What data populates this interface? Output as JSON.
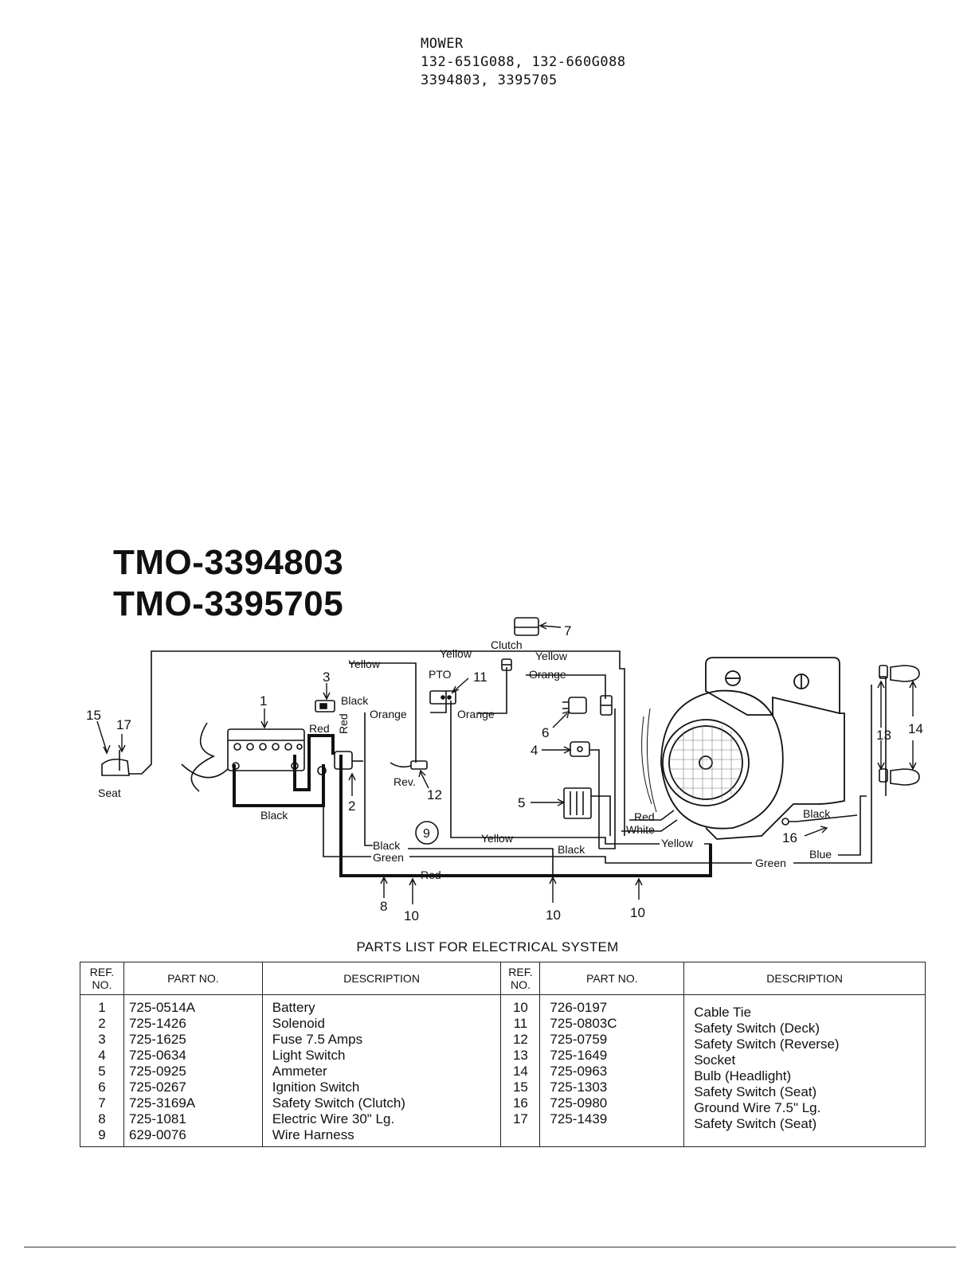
{
  "header": {
    "line1": "MOWER",
    "line2": "132-651G088, 132-660G088",
    "line3": "3394803, 3395705"
  },
  "model_titles": [
    "TMO-3394803",
    "TMO-3395705"
  ],
  "diagram_labels": {
    "seat": "Seat",
    "n15": "15",
    "n17": "17",
    "n1": "1",
    "n2": "2",
    "n3": "3",
    "n4": "4",
    "n5": "5",
    "n6": "6",
    "n7": "7",
    "n8": "8",
    "n9": "9",
    "n10a": "10",
    "n10b": "10",
    "n10c": "10",
    "n11": "11",
    "n12": "12",
    "n13": "13",
    "n14": "14",
    "n16": "16",
    "yellow_top": "Yellow",
    "yellow_left": "Yellow",
    "yellow_right": "Yellow",
    "yellow_mid": "Yellow",
    "yellow_low": "Yellow",
    "clutch": "Clutch",
    "orange_right": "Orange",
    "orange_left": "Orange",
    "orange_mid": "Orange",
    "pto": "PTO",
    "black_fuse": "Black",
    "red_fuse": "Red",
    "red_vert": "Red",
    "black_batt": "Black",
    "rev": "Rev.",
    "black_low": "Black",
    "green_low": "Green",
    "black_mid": "Black",
    "red_low": "Red",
    "red_eng": "Red",
    "white_eng": "White",
    "black_gnd": "Black",
    "blue": "Blue",
    "green_right": "Green"
  },
  "parts_title": "PARTS LIST FOR ELECTRICAL SYSTEM",
  "table_headers": {
    "ref": "REF. NO.",
    "part": "PART NO.",
    "desc": "DESCRIPTION"
  },
  "parts_left": {
    "refs": [
      "1",
      "2",
      "3",
      "4",
      "5",
      "6",
      "7",
      "8",
      "9"
    ],
    "part_nos": [
      "725-0514A",
      "725-1426",
      "725-1625",
      "725-0634",
      "725-0925",
      "725-0267",
      "725-3169A",
      "725-1081",
      "629-0076"
    ],
    "descs": [
      "Battery",
      "Solenoid",
      "Fuse 7.5 Amps",
      "Light Switch",
      "Ammeter",
      "Ignition Switch",
      "Safety Switch (Clutch)",
      "Electric Wire 30\" Lg.",
      "Wire Harness"
    ]
  },
  "parts_right": {
    "refs": [
      "10",
      "11",
      "12",
      "13",
      "14",
      "15",
      "16",
      "17"
    ],
    "part_nos": [
      "726-0197",
      "725-0803C",
      "725-0759",
      "725-1649",
      "725-0963",
      "725-1303",
      "725-0980",
      "725-1439"
    ],
    "descs": [
      "Cable Tie",
      "Safety Switch (Deck)",
      "Safety Switch (Reverse)",
      "Socket",
      "Bulb (Headlight)",
      "Safety Switch (Seat)",
      "Ground Wire 7.5\" Lg.",
      "Safety Switch (Seat)"
    ]
  }
}
